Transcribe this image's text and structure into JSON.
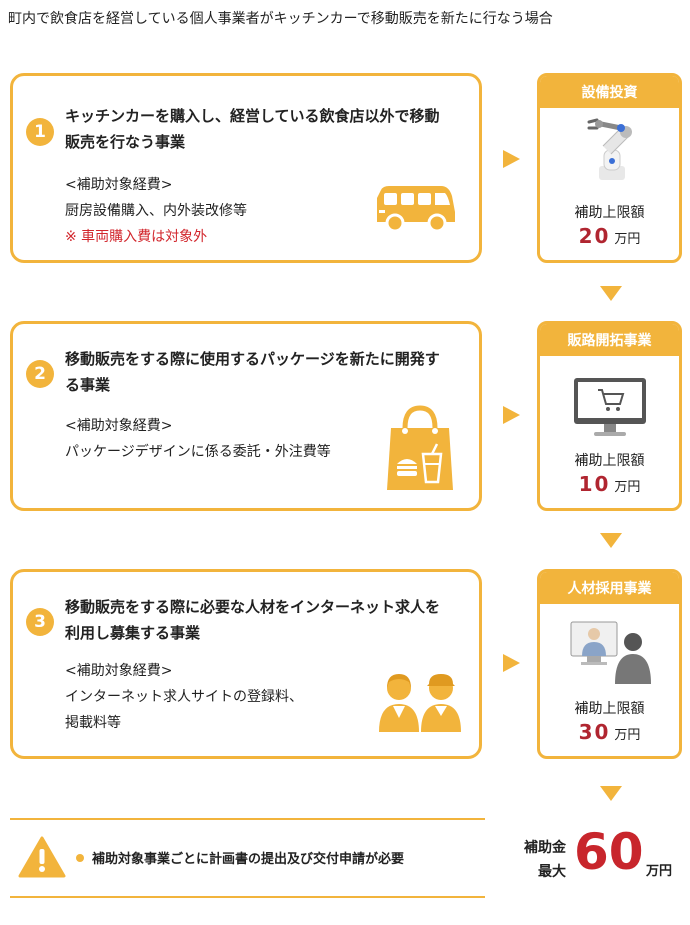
{
  "page_title": "町内で飲食店を経営している個人事業者がキッチンカーで移動販売を新たに行なう場合",
  "projects": [
    {
      "number": "1",
      "heading": "キッチンカーを購入し、経営している飲食店以外で移動販売を行なう事業",
      "expense_label": "<補助対象経費>",
      "expense_items": "厨房設備購入、内外装改修等",
      "note": "※ 車両購入費は対象外",
      "icon": "van-icon",
      "category": "設備投資",
      "category_icon": "robot-arm-icon",
      "limit_label": "補助上限額",
      "limit_amount": "20",
      "limit_unit": "万円"
    },
    {
      "number": "2",
      "heading": "移動販売をする際に使用するパッケージを新たに開発する事業",
      "expense_label": "<補助対象経費>",
      "expense_items": "パッケージデザインに係る委託・外注費等",
      "icon": "shopping-bag-icon",
      "category": "販路開拓事業",
      "category_icon": "online-shop-monitor-icon",
      "limit_label": "補助上限額",
      "limit_amount": "10",
      "limit_unit": "万円"
    },
    {
      "number": "3",
      "heading": "移動販売をする際に必要な人材をインターネット求人を利用し募集する事業",
      "expense_label": "<補助対象経費>",
      "expense_items_1": "インターネット求人サイトの登録料、",
      "expense_items_2": "掲載料等",
      "icon": "staff-icon",
      "category": "人材採用事業",
      "category_icon": "video-interview-icon",
      "limit_label": "補助上限額",
      "limit_amount": "30",
      "limit_unit": "万円"
    }
  ],
  "requirement": "補助対象事業ごとに計画書の提出及び交付申請が必要",
  "total": {
    "label_1": "補助金",
    "label_2": "最大",
    "amount": "60",
    "unit": "万円"
  },
  "colors": {
    "accent": "#f2b43c",
    "alert_red": "#d2262c",
    "amount_red": "#b02530"
  }
}
